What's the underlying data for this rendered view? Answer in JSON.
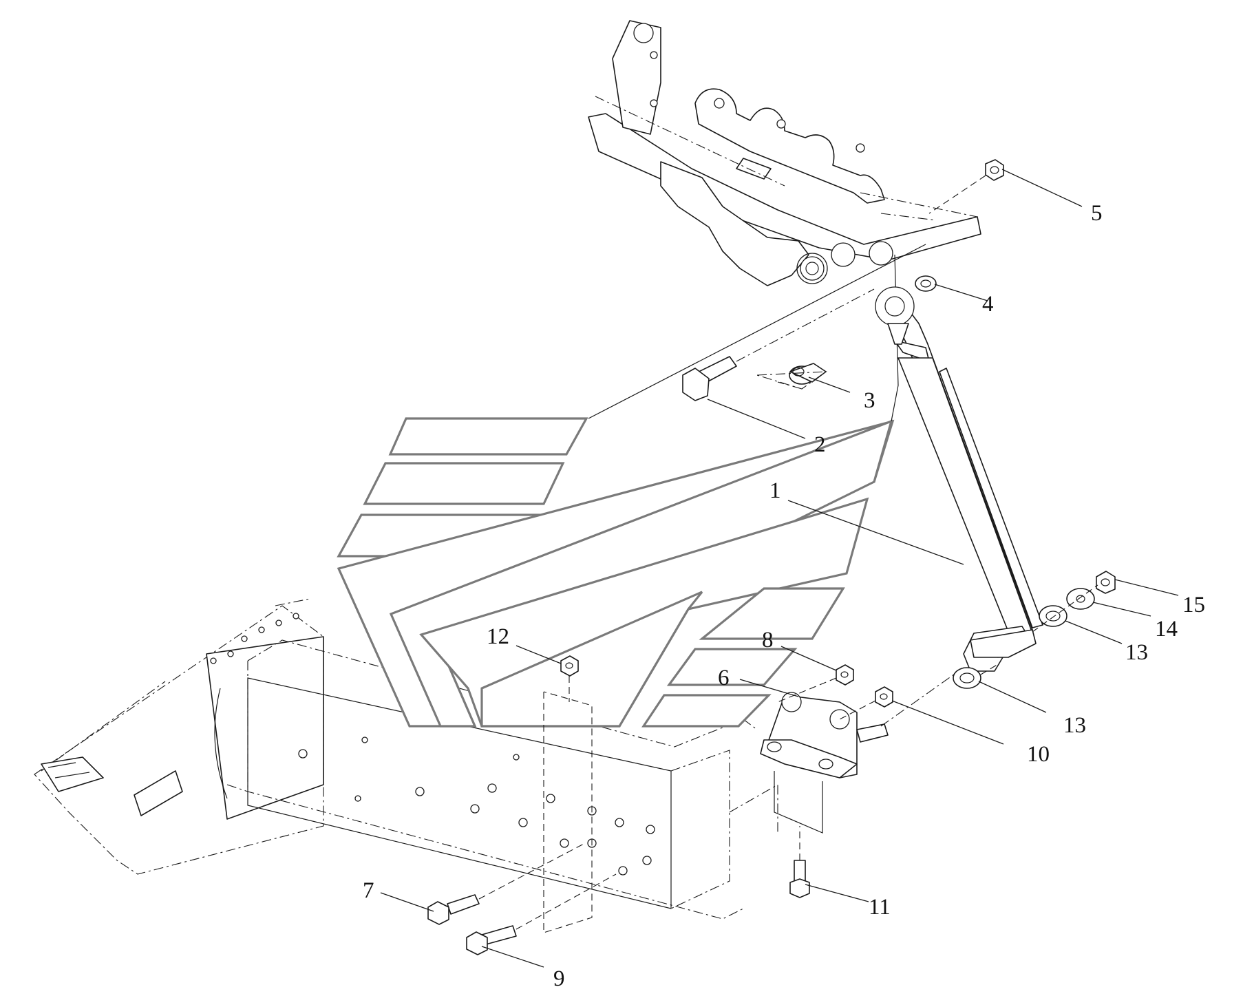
{
  "callouts": [
    {
      "label": "1",
      "part": "lift-cylinder"
    },
    {
      "label": "2",
      "part": "pivot-pin"
    },
    {
      "label": "3",
      "part": "bushing"
    },
    {
      "label": "4",
      "part": "washer"
    },
    {
      "label": "5",
      "part": "nut"
    },
    {
      "label": "6",
      "part": "lower-bracket"
    },
    {
      "label": "7",
      "part": "bolt"
    },
    {
      "label": "8",
      "part": "nut"
    },
    {
      "label": "9",
      "part": "bolt"
    },
    {
      "label": "10",
      "part": "nut"
    },
    {
      "label": "11",
      "part": "bolt"
    },
    {
      "label": "12",
      "part": "nut"
    },
    {
      "label": "13",
      "part": "washer"
    },
    {
      "label": "13",
      "part": "washer"
    },
    {
      "label": "14",
      "part": "washer"
    },
    {
      "label": "15",
      "part": "nut"
    }
  ]
}
